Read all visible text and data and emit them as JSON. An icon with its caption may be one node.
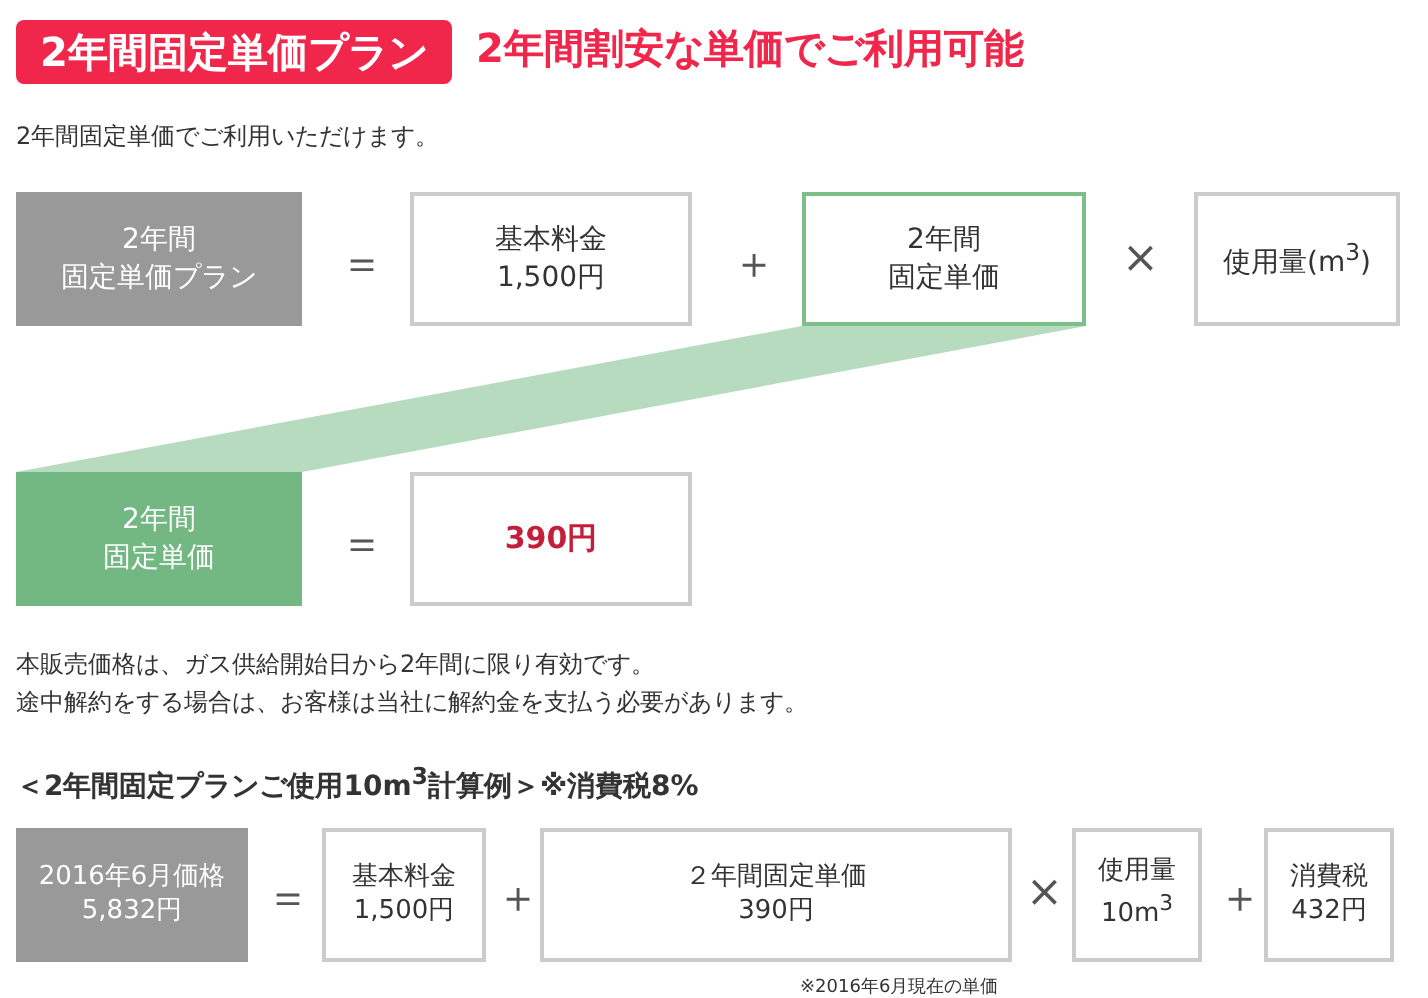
{
  "diagram": {
    "title": "2年間割安な単価でご利用可能",
    "nodes": [
      {
        "text": [
          "2年間固定単価プラン"
        ]
      },
      {
        "text": [
          "2年間",
          "固定単価プラン"
        ]
      },
      {
        "text": [
          "基本料金",
          "1,500円"
        ]
      },
      {
        "text": [
          "2年間",
          "固定単価"
        ]
      },
      {
        "text": [
          "使用量(m$^{3}$)"
        ]
      },
      {
        "text": [
          "2年間",
          "固定単価"
        ]
      },
      {
        "text": [
          "390円"
        ]
      },
      {
        "text": [
          "2016年6月価格",
          "5,832円"
        ]
      },
      {
        "text": [
          "基本料金",
          "1,500円"
        ]
      },
      {
        "text": [
          "２年間固定単価",
          "390円"
        ]
      },
      {
        "text": [
          "使用量",
          "10m$^{3}$"
        ]
      },
      {
        "text": [
          "消費税",
          "432円"
        ]
      }
    ],
    "edges": [
      {
        "from": 3,
        "to": 5,
        "arrow": "none",
        "color": "#b7dbbf"
      }
    ],
    "labels": [
      "2年間固定単価でご利用いただけます。",
      "＝",
      "＋",
      "×",
      "＝",
      "本販売価格は、ガス供給開始日から2年間に限り有効です。",
      "途中解約をする場合は、お客様は当社に解約金を支払う必要があります。",
      "＜2年間固定プランご使用10m$^{3}$計算例＞※消費税8%",
      "＝",
      "＋",
      "×",
      "＋",
      "※2016年6月現在の単価"
    ]
  }
}
